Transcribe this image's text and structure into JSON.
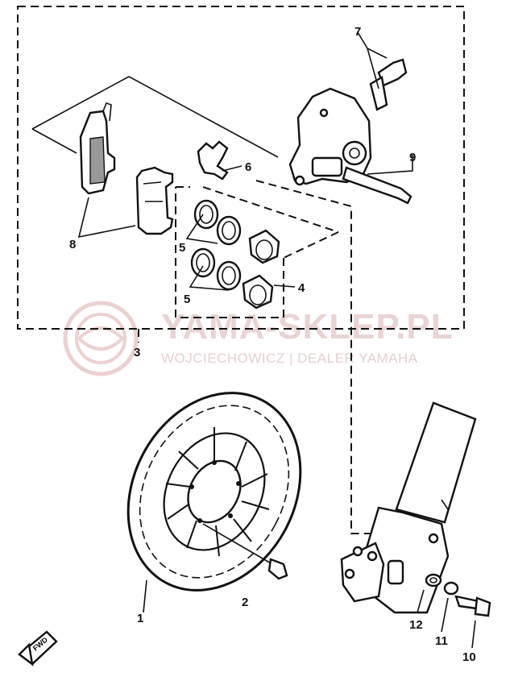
{
  "watermark": {
    "brand": "YAMA-SKLEP.PL",
    "dealer": "WOJCIECHOWICZ | DEALER YAMAHA"
  },
  "callouts": [
    "1",
    "2",
    "3",
    "4",
    "5",
    "5",
    "6",
    "7",
    "8",
    "9",
    "10",
    "11",
    "12"
  ],
  "direction_label": "FWD",
  "colors": {
    "ink": "#111111",
    "watermark": "#e9d3d3"
  }
}
